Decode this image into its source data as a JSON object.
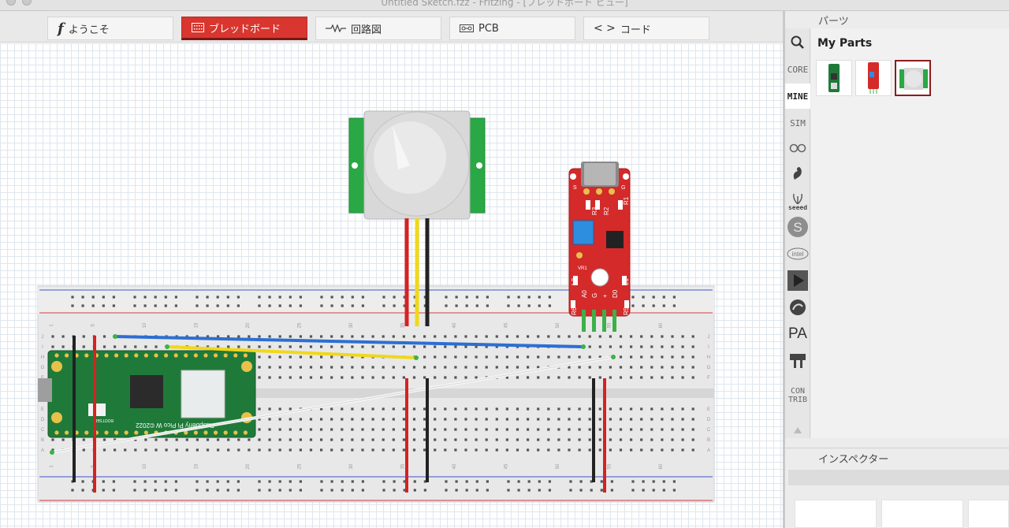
{
  "window": {
    "title": "Untitled Sketch.fzz - Fritzing - [ブレッドボード ビュー]"
  },
  "tabs": [
    {
      "label": "ようこそ",
      "icon": "fritzing-logo-icon"
    },
    {
      "label": "ブレッドボード",
      "icon": "breadboard-icon",
      "active": true
    },
    {
      "label": "回路図",
      "icon": "schematic-icon"
    },
    {
      "label": "PCB",
      "icon": "pcb-icon"
    },
    {
      "label": "コード",
      "icon": "code-icon"
    }
  ],
  "parts_panel": {
    "title": "パーツ",
    "bin_title": "My Parts",
    "bins": [
      {
        "label": "search",
        "icon": "search-icon"
      },
      {
        "label": "CORE"
      },
      {
        "label": "MINE",
        "active": true
      },
      {
        "label": "SIM"
      },
      {
        "label": "arduino",
        "icon": "arduino-icon"
      },
      {
        "label": "sparkfun",
        "icon": "sparkfun-icon"
      },
      {
        "label": "seeed",
        "icon": "seeed-icon"
      },
      {
        "label": "S",
        "icon": "snootlab-icon"
      },
      {
        "label": "intel",
        "icon": "intel-icon"
      },
      {
        "label": "play",
        "icon": "play-icon"
      },
      {
        "label": "round",
        "icon": "round-logo-icon"
      },
      {
        "label": "PA",
        "icon": "pa-icon"
      },
      {
        "label": "piano",
        "icon": "piano-icon"
      },
      {
        "label": "CONTRIB"
      }
    ],
    "parts": [
      "raspberry-pi-pico",
      "sound-sensor-module",
      "pir-sensor"
    ]
  },
  "inspector": {
    "title": "インスペクター"
  },
  "board": {
    "pico_label": "Raspberry Pi Pico W ©2022",
    "bootsel_label": "BOOTSEL"
  },
  "sound_module": {
    "pin_labels": [
      "A0",
      "G",
      "+",
      "D0"
    ],
    "component_labels": [
      "R3",
      "R2",
      "R1",
      "R6",
      "R5",
      "L1",
      "L2",
      "VR1",
      "S",
      "G"
    ]
  },
  "breadboard": {
    "column_labels": [
      "1",
      "5",
      "10",
      "15",
      "20",
      "25",
      "30",
      "35",
      "40",
      "45",
      "50",
      "55",
      "60"
    ],
    "row_labels_top": [
      "J",
      "I",
      "H",
      "G",
      "F"
    ],
    "row_labels_bottom": [
      "E",
      "D",
      "C",
      "B",
      "A"
    ]
  },
  "colors": {
    "accent": "#d8362f",
    "pcb_green": "#1f7a3a",
    "module_red": "#d42a2a",
    "wire_blue": "#2d6fd1",
    "wire_yellow": "#f0d81a",
    "wire_red": "#d42222",
    "wire_black": "#222222",
    "wire_white": "#f4f4f4"
  }
}
